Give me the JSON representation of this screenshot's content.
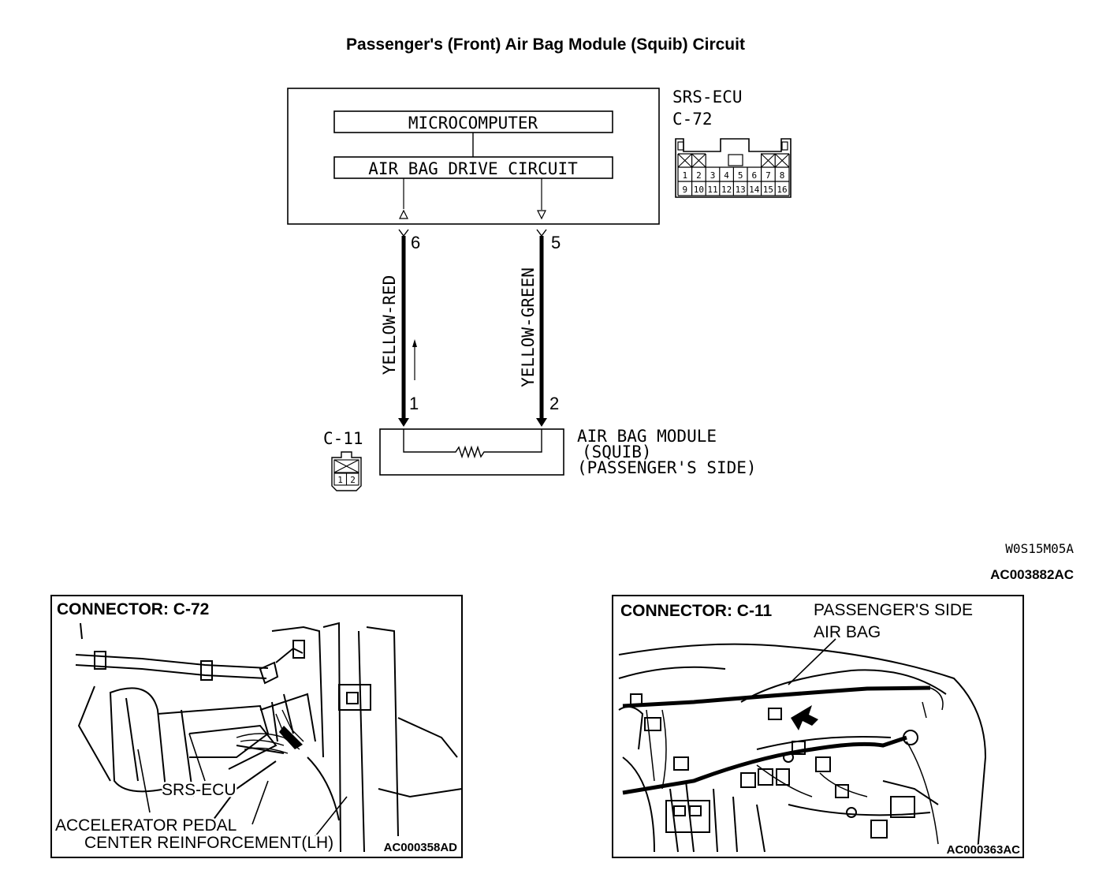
{
  "title": "Passenger's (Front) Air Bag Module (Squib) Circuit",
  "ecu": {
    "name": "SRS-ECU",
    "connector": "C-72",
    "microcomputer": "MICROCOMPUTER",
    "drive_circuit": "AIR BAG DRIVE CIRCUIT",
    "pins_top": [
      "1",
      "2",
      "3",
      "4",
      "5",
      "6",
      "7",
      "8"
    ],
    "pins_bottom": [
      "9",
      "10",
      "11",
      "12",
      "13",
      "14",
      "15",
      "16"
    ]
  },
  "wires": {
    "left": {
      "color": "YELLOW-RED",
      "ecu_pin": "6",
      "module_pin": "1"
    },
    "right": {
      "color": "YELLOW-GREEN",
      "ecu_pin": "5",
      "module_pin": "2"
    }
  },
  "module": {
    "connector": "C-11",
    "line1": "AIR BAG MODULE",
    "line2": "(SQUIB)",
    "line3": "(PASSENGER'S SIDE)",
    "pins": [
      "1",
      "2"
    ]
  },
  "codes": {
    "diagram_code": "W0S15M05A",
    "figure_code": "AC003882AC"
  },
  "photo_left": {
    "heading": "CONNECTOR: C-72",
    "label_ecu": "SRS-ECU",
    "label_pedal": "ACCELERATOR PEDAL",
    "label_reinf": "CENTER REINFORCEMENT(LH)",
    "code": "AC000358AD"
  },
  "photo_right": {
    "heading": "CONNECTOR: C-11",
    "label_airbag_1": "PASSENGER'S SIDE",
    "label_airbag_2": "AIR BAG",
    "code": "AC000363AC"
  }
}
